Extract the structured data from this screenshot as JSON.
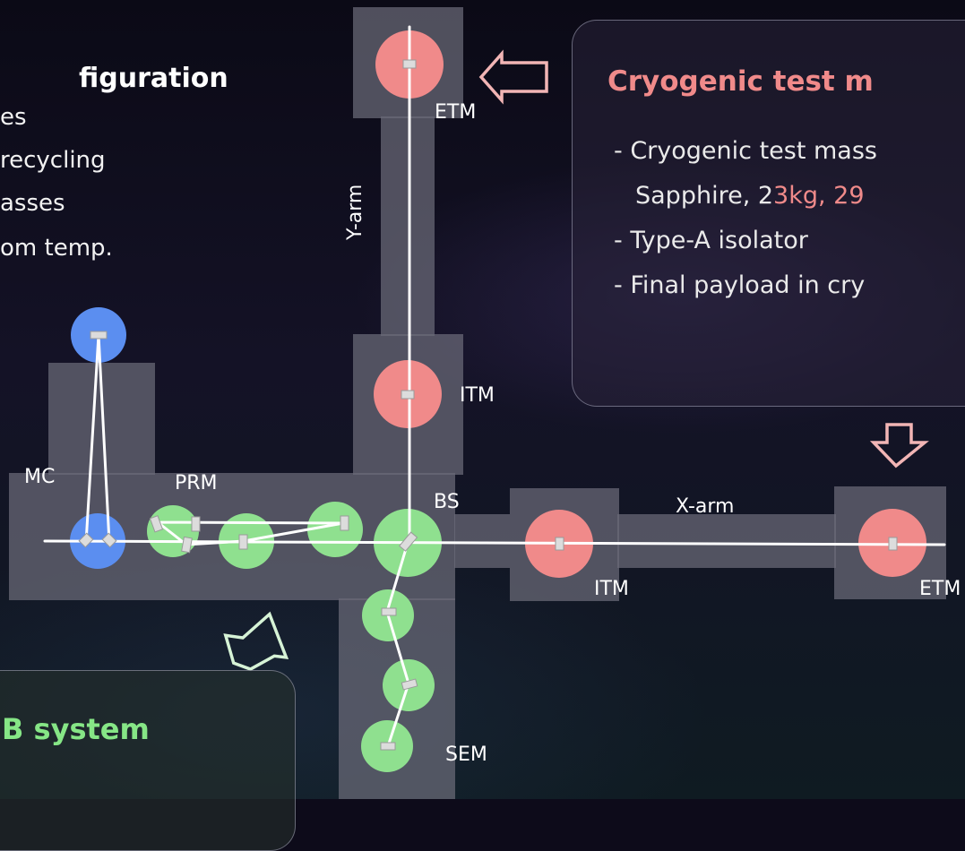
{
  "left_text": {
    "title_fragment": "figuration",
    "lines": [
      "es",
      "recycling",
      "asses",
      "om temp."
    ]
  },
  "labels": {
    "etm_y": "ETM",
    "y_arm": "Y-arm",
    "itm_y": "ITM",
    "mc": "MC",
    "prm": "PRM",
    "bs": "BS",
    "x_arm": "X-arm",
    "itm_x": "ITM",
    "etm_x": "ETM",
    "sem": "SEM"
  },
  "cryo_panel": {
    "title": "Cryogenic test m",
    "line1": "- Cryogenic test mass",
    "line2_prefix": "Sapphire, 2",
    "line2_highlight": "3kg, 29",
    "line3": "- Type-A isolator",
    "line4": "- Final payload in cry"
  },
  "green_panel": {
    "title": "B system"
  },
  "colors": {
    "red_mirror": "#f08a8a",
    "blue_mirror": "#5b8ef0",
    "green_mirror": "#8fe08f",
    "highlight": "#f08a8a"
  }
}
